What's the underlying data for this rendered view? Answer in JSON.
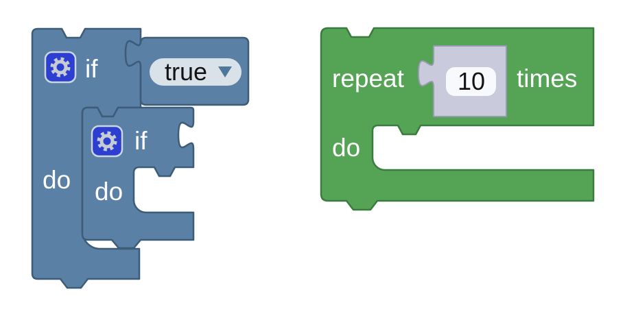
{
  "workspace": {
    "background": "#ffffff"
  },
  "colors": {
    "logic_block": "#5b80a5",
    "logic_border": "#3d5c78",
    "loop_block": "#55a455",
    "loop_border": "#3c7b40",
    "dropdown_field": "#d9e2e8",
    "dropdown_arrow": "#4f7799",
    "shadow_block": "#c9cbdd",
    "shadow_border": "#989bb2",
    "number_field": "#f7f9fc",
    "field_text": "#141414",
    "label_text": "#ffffff",
    "gear_badge": "#2c3fd1",
    "gear_badge_border": "#ccd6df",
    "gear_glyph": "#c5ccd4"
  },
  "blocks": {
    "outer_if": {
      "if_label": "if",
      "do_label": "do",
      "condition_value": "true"
    },
    "nested_if": {
      "if_label": "if",
      "do_label": "do"
    },
    "repeat_loop": {
      "repeat_label": "repeat",
      "count_value": "10",
      "times_label": "times",
      "do_label": "do"
    }
  }
}
